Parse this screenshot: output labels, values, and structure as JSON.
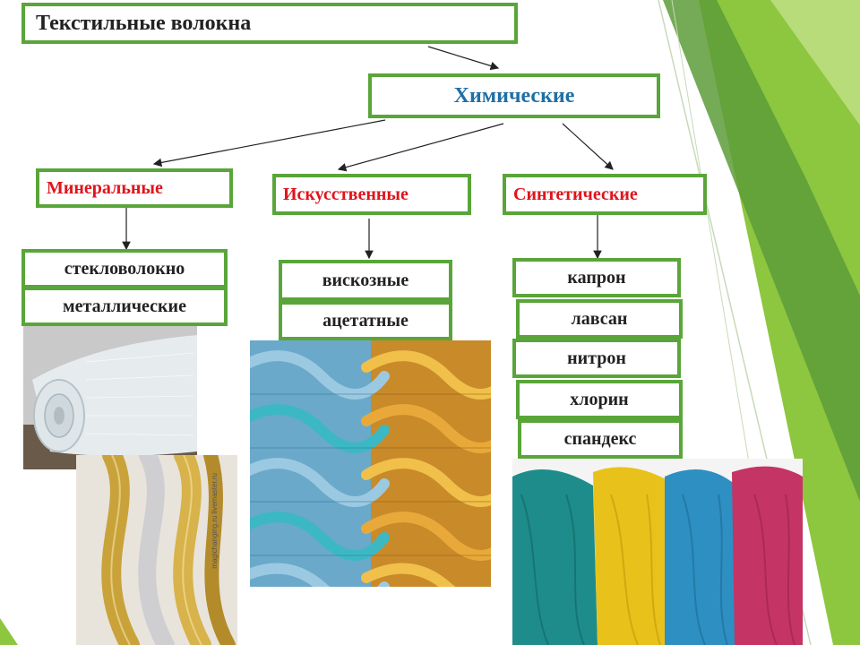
{
  "title": "Текстильные волокна",
  "chemical": "Химические",
  "categories": {
    "mineral": "Минеральные",
    "artificial": "Искусственные",
    "synthetic": "Синтетические"
  },
  "mineral_items": [
    "стекловолокно",
    "металлические"
  ],
  "artificial_items": [
    "вискозные",
    "ацетатные"
  ],
  "synthetic_items": [
    "капрон",
    "лавсан",
    "нитрон",
    "хлорин",
    "спандекс"
  ],
  "watermark": "magichanging.ru livemaster.ru",
  "colors": {
    "border": "#5aa53a",
    "title_text": "#222222",
    "chemical_text": "#1f6fa6",
    "category_text": "#e0141c",
    "deco_green": "#8dc63f",
    "deco_dark_green": "#5d9b3a"
  }
}
